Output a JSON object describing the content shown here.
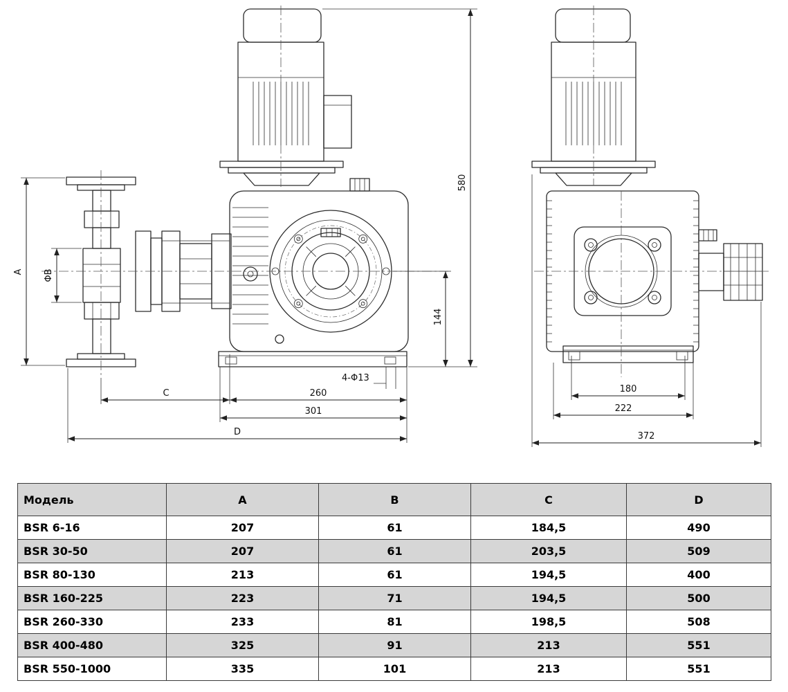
{
  "drawing": {
    "front": {
      "dim_A": "A",
      "dim_B": "ΦB",
      "dim_580": "580",
      "dim_144": "144",
      "dim_holes": "4-Φ13",
      "dim_260": "260",
      "dim_301": "301",
      "dim_C": "C",
      "dim_D": "D"
    },
    "side": {
      "dim_180": "180",
      "dim_222": "222",
      "dim_372": "372"
    }
  },
  "table": {
    "headers": [
      "Модель",
      "A",
      "B",
      "C",
      "D"
    ],
    "rows": [
      [
        "BSR 6-16",
        "207",
        "61",
        "184,5",
        "490"
      ],
      [
        "BSR 30-50",
        "207",
        "61",
        "203,5",
        "509"
      ],
      [
        "BSR 80-130",
        "213",
        "61",
        "194,5",
        "400"
      ],
      [
        "BSR 160-225",
        "223",
        "71",
        "194,5",
        "500"
      ],
      [
        "BSR 260-330",
        "233",
        "81",
        "198,5",
        "508"
      ],
      [
        "BSR 400-480",
        "325",
        "91",
        "213",
        "551"
      ],
      [
        "BSR 550-1000",
        "335",
        "101",
        "213",
        "551"
      ]
    ]
  }
}
